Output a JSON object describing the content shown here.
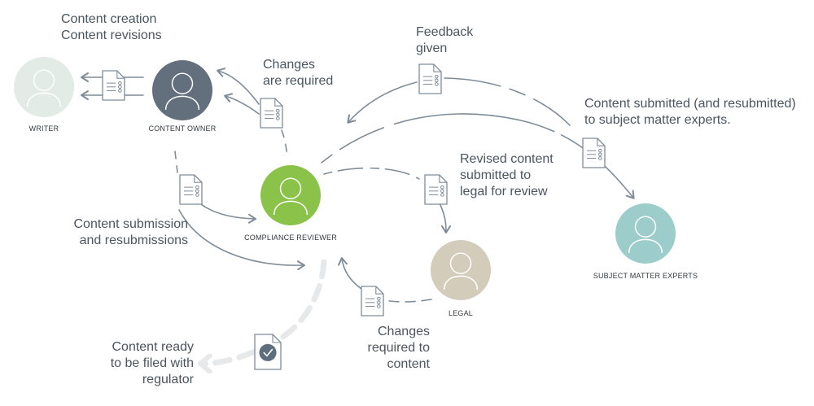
{
  "colors": {
    "arrow": "#7e8c98",
    "doc_stroke": "#7e8c98",
    "ready_arrow": "#e6e8ea",
    "check": "#5e6e7c"
  },
  "actors": {
    "writer": {
      "label": "WRITER",
      "color": "#e3ebe6"
    },
    "content_owner": {
      "label": "CONTENT OWNER",
      "color": "#636f7c"
    },
    "compliance_reviewer": {
      "label": "COMPLIANCE REVIEWER",
      "color": "#8bc34a"
    },
    "legal": {
      "label": "LEGAL",
      "color": "#d3ccbb"
    },
    "subject_matter_experts": {
      "label": "SUBJECT MATTER EXPERTS",
      "color": "#9dcdca"
    }
  },
  "labels": {
    "content_creation": "Content creation\nContent revisions",
    "changes_are_required": "Changes\nare required",
    "feedback_given": "Feedback\ngiven",
    "content_submitted_sme": "Content submitted (and resubmitted)\nto subject matter experts.",
    "revised_content_legal": "Revised content\nsubmitted to\nlegal for review",
    "content_submission": "Content submission\nand resubmissions",
    "changes_required_content": "Changes\nrequired to\ncontent",
    "content_ready": "Content ready\nto be filed with\nregulator"
  }
}
